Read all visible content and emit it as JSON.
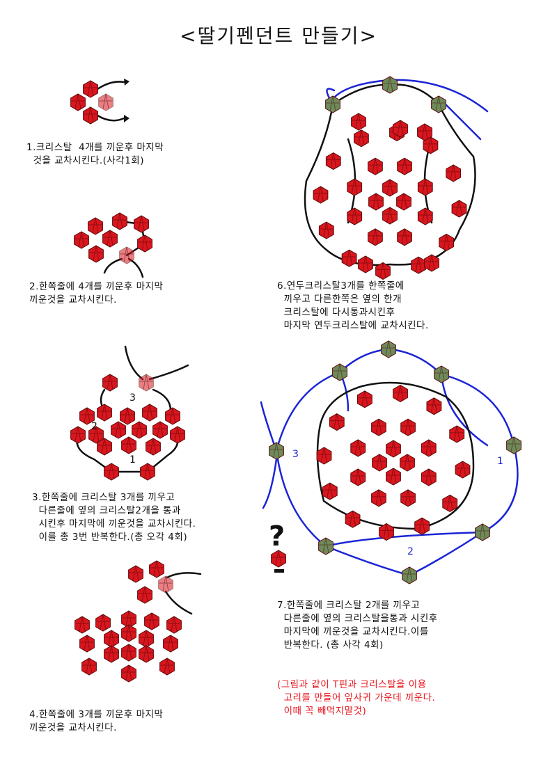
{
  "title": "<딸기펜던트 만들기>",
  "steps": [
    {
      "lines": [
        "1.크리스탈  4개를 끼운후 마지막",
        "  것을 교차시킨다.(사각1회)"
      ]
    },
    {
      "lines": [
        "2.한쪽줄에 4개를 끼운후 마지막",
        "끼운것을 교차시킨다."
      ]
    },
    {
      "lines": [
        "3.한쪽줄에 크리스탈 3개를 끼우고",
        "  다른줄에 옆의 크리스탈2개을 통과",
        "  시킨후 마지막에 끼운것을 교차시킨다.",
        "  이를 총 3번 반복한다.(총 오각 4회)"
      ],
      "labels": [
        "3",
        "2",
        "1"
      ]
    },
    {
      "lines": [
        "4.한쪽줄에 3개를 끼운후 마지막",
        "끼운것을 교차시킨다."
      ]
    },
    {
      "lines": [
        "6.연두크리스탈3개를 한쪽줄에",
        "  끼우고 다른한쪽은 옆의 한개",
        "  크리스탈에 다시통과시킨후",
        "  마지막 연두크리스탈에 교차시킨다."
      ]
    },
    {
      "lines": [
        "7.한쪽줄에 크리스탈 2개를 끼우고",
        "  다른줄에 옆의 크리스탈을통과 시킨후",
        "  마지막에 끼운것을 교차시킨다.이를",
        "  반복한다. (총 사각 4회)"
      ],
      "note": [
        "(그림과 같이 T핀과 크리스탈을 이용",
        "  고리를 만들어 잎사귀 가운데 끼운다.",
        "  이때 꼭 빼먹지말것)"
      ],
      "labels": [
        "3",
        "1",
        "2"
      ],
      "question_mark": "?"
    }
  ],
  "colors": {
    "bead_red": "#d8161e",
    "bead_green": "#6f8a5a",
    "thread_blue": "#1a24d6",
    "note_red": "#e8141b"
  }
}
